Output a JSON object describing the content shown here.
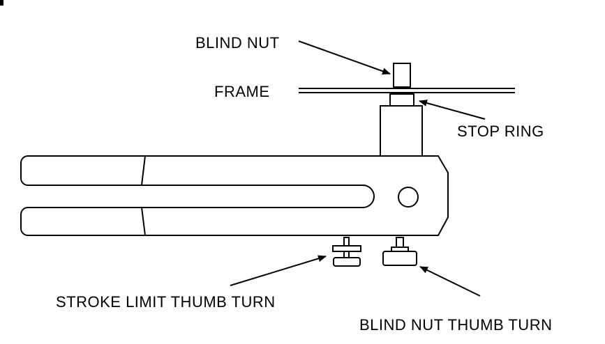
{
  "labels": {
    "blind_nut": "BLIND NUT",
    "frame": "FRAME",
    "stop_ring": "STOP RING",
    "stroke_limit_thumb_turn": "STROKE LIMIT THUMB TURN",
    "blind_nut_thumb_turn": "BLIND NUT THUMB TURN"
  }
}
